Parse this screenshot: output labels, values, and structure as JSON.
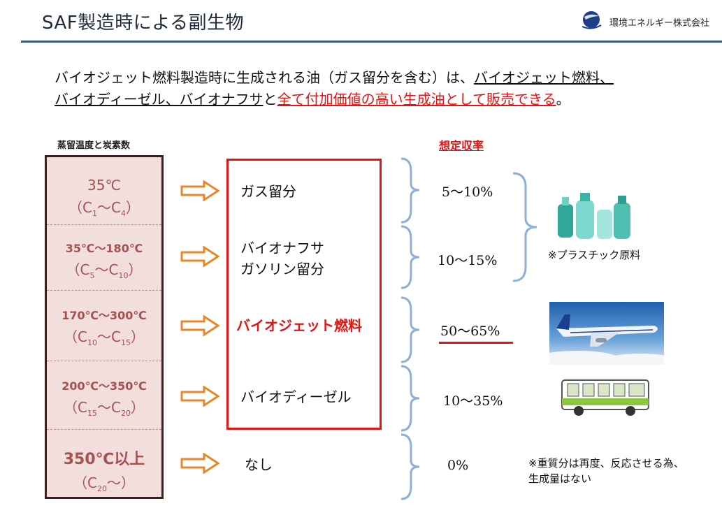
{
  "header": {
    "title": "SAF製造時による副生物",
    "company": "環境エネルギー株式会社"
  },
  "intro": {
    "line1_plain": "バイオジェット燃料製造時に生成される油（ガス留分を含む）は、",
    "line1_underlined": "バイオジェット燃料、",
    "line2_underlined": "バイオディーゼル、バイオナフサ",
    "line2_plain": "と",
    "line2_red": "全て付加価値の高い生成油として販売できる",
    "line2_end": "。"
  },
  "left_header": "蒸留温度と炭素数",
  "rows": [
    {
      "temp": "35℃",
      "carbon_open": "（C",
      "carbon_a": "1",
      "carbon_mid": "〜C",
      "carbon_b": "4",
      "carbon_close": "）",
      "product": "ガス留分",
      "yield": "5〜10%"
    },
    {
      "temp": "35℃〜180℃",
      "carbon_open": "（C",
      "carbon_a": "5",
      "carbon_mid": "〜C",
      "carbon_b": "10",
      "carbon_close": "）",
      "product": "バイオナフサ",
      "product2": "ガソリン留分",
      "yield": "10〜15%"
    },
    {
      "temp": "170℃〜300℃",
      "carbon_open": "（C",
      "carbon_a": "10",
      "carbon_mid": "〜C",
      "carbon_b": "15",
      "carbon_close": "）",
      "product": "バイオジェット燃料",
      "yield": "50〜65%"
    },
    {
      "temp": "200℃〜350℃",
      "carbon_open": "（C",
      "carbon_a": "15",
      "carbon_mid": "〜C",
      "carbon_b": "20",
      "carbon_close": "）",
      "product": "バイオディーゼル",
      "yield": "10〜35%"
    },
    {
      "temp": "350℃以上",
      "carbon_open": "（C",
      "carbon_a": "20",
      "carbon_mid": "〜）",
      "product": "なし",
      "yield": "0%"
    }
  ],
  "yield_header": "想定収率",
  "notes": {
    "plastic": "※プラスチック原料",
    "heavy_line1": "※重質分は再度、反応させる為、",
    "heavy_line2": "生成量はない"
  },
  "colors": {
    "accent_red": "#e01515",
    "box_fill": "#f3dede",
    "temp_text": "#a5514f",
    "arrow": "#e8862a",
    "brace": "#8fb0d6"
  }
}
